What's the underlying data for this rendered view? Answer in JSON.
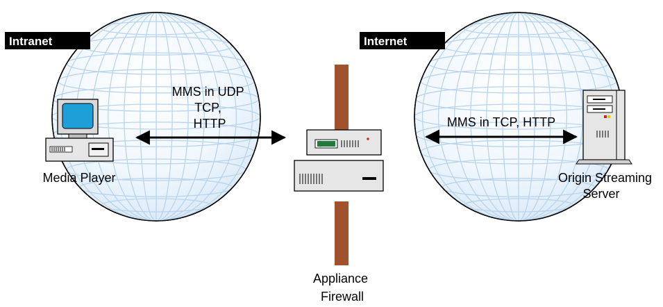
{
  "regions": {
    "intranet": {
      "label": "Intranet"
    },
    "internet": {
      "label": "Internet"
    }
  },
  "connections": {
    "left": {
      "lines": [
        "MMS in UDP",
        "TCP,",
        "HTTP"
      ]
    },
    "right": {
      "label": "MMS in TCP, HTTP"
    }
  },
  "devices": {
    "media_player": {
      "label": "Media Player"
    },
    "appliance": {
      "lines": [
        "Appliance",
        "Firewall"
      ]
    },
    "origin_server": {
      "lines": [
        "Origin Streaming",
        "Server"
      ]
    }
  },
  "colors": {
    "globe_fill": "#eef6fc",
    "globe_grid": "#b9d4ec",
    "firewall_wall": "#a0522d",
    "monitor_screen": "#1e9fd8",
    "label_box": "#000000"
  }
}
